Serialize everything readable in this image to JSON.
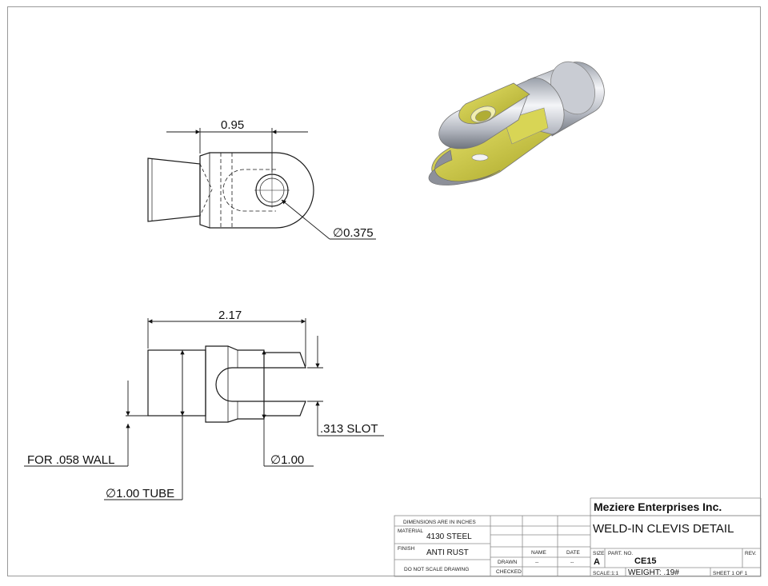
{
  "dimensions": {
    "top_width": "0.95",
    "hole_dia": "∅0.375",
    "overall_length": "2.17",
    "slot": ".313 SLOT",
    "wall": "FOR .058 WALL",
    "end_dia": "∅1.00",
    "tube_dia": "∅1.00 TUBE"
  },
  "title_block": {
    "dims_note": "DIMENSIONS ARE IN INCHES",
    "material_label": "MATERIAL",
    "material_value": "4130 STEEL",
    "finish_label": "FINISH",
    "finish_value": "ANTI RUST",
    "no_scale": "DO NOT SCALE DRAWING",
    "drawn_label": "DRAWN",
    "checked_label": "CHECKED",
    "name_label": "NAME",
    "date_label": "DATE",
    "drawn_name": "--",
    "drawn_date": "--",
    "company": "Meziere Enterprises Inc.",
    "title": "WELD-IN CLEVIS DETAIL",
    "size_label": "SIZE",
    "size_value": "A",
    "part_no_label": "PART. NO.",
    "part_no": "CE15",
    "rev_label": "REV.",
    "scale": "SCALE:1:1",
    "weight": "WEIGHT: .19#",
    "sheet": "SHEET 1 OF 1"
  },
  "colors": {
    "line": "#1a1a1a",
    "accent_yellow": "#c8c43a",
    "metal": "#b9bcc4"
  }
}
